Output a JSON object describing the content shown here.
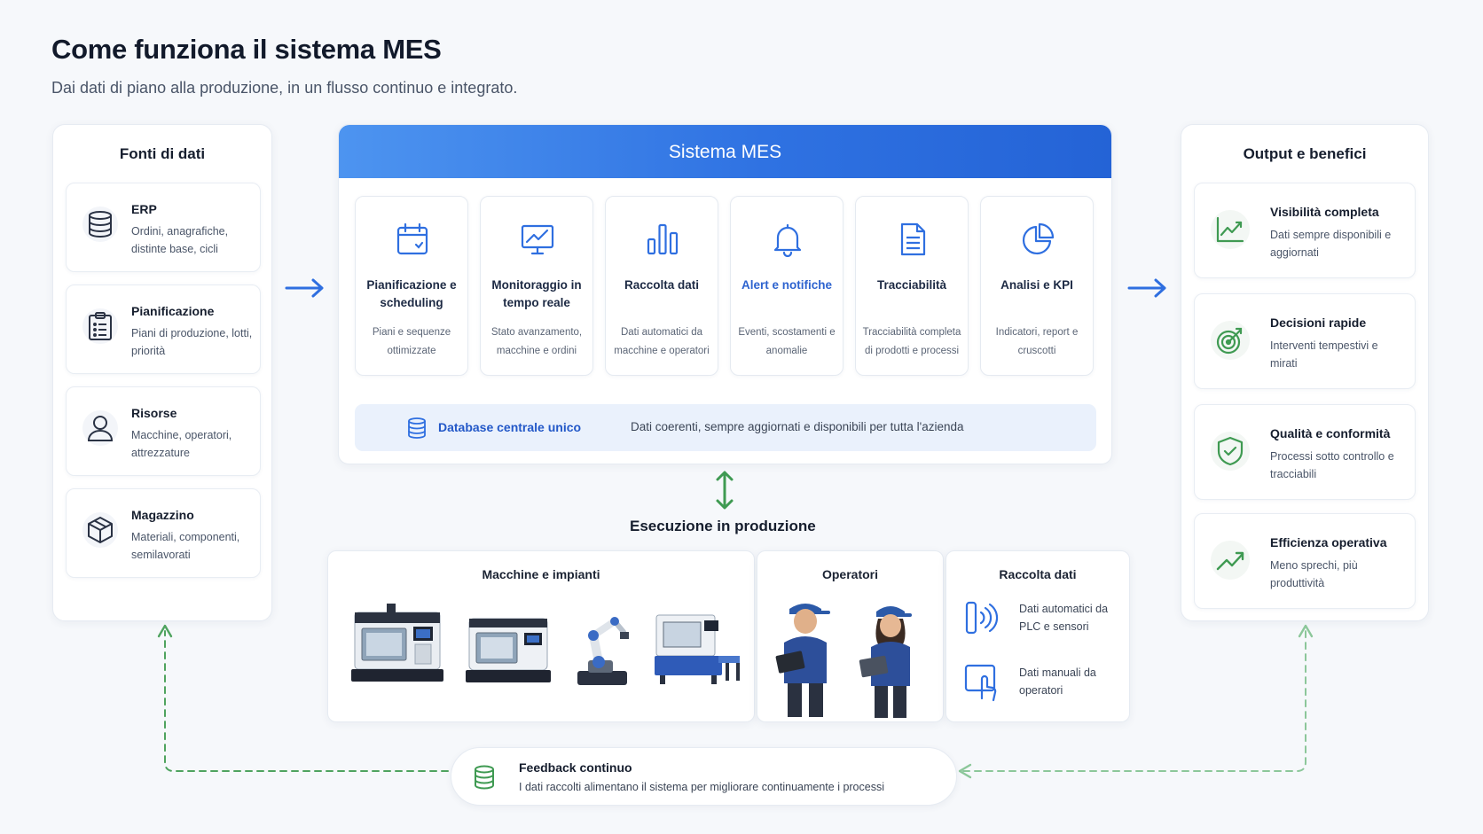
{
  "header": {
    "title": "Come funziona il sistema MES",
    "subtitle": "Dai dati di piano alla produzione, in un flusso continuo e integrato."
  },
  "sources": {
    "title": "Fonti di dati",
    "items": [
      {
        "title": "ERP",
        "desc": "Ordini, anagrafiche, distinte base, cicli",
        "icon": "database-icon"
      },
      {
        "title": "Pianificazione",
        "desc": "Piani di produzione, lotti, priorità",
        "icon": "clipboard-icon"
      },
      {
        "title": "Risorse",
        "desc": "Macchine, operatori, attrezzature",
        "icon": "person-icon"
      },
      {
        "title": "Magazzino",
        "desc": "Materiali, componenti, semilavorati",
        "icon": "box-icon"
      }
    ]
  },
  "mes": {
    "title": "Sistema MES",
    "modules": [
      {
        "title": "Pianificazione e scheduling",
        "desc": "Piani e sequenze ottimizzate",
        "icon": "calendar-icon"
      },
      {
        "title": "Monitoraggio in tempo reale",
        "desc": "Stato avanzamento, macchine e ordini",
        "icon": "monitor-chart-icon"
      },
      {
        "title": "Raccolta dati",
        "desc": "Dati automatici da macchine e operatori",
        "icon": "bar-chart-icon"
      },
      {
        "title": "Alert e notifiche",
        "desc": "Eventi, scostamenti e anomalie",
        "icon": "bell-icon"
      },
      {
        "title": "Tracciabilità",
        "desc": "Tracciabilità completa di prodotti e processi",
        "icon": "document-icon"
      },
      {
        "title": "Analisi e KPI",
        "desc": "Indicatori, report e cruscotti",
        "icon": "pie-chart-icon"
      }
    ],
    "database": {
      "label": "Database centrale unico",
      "desc": "Dati coerenti, sempre aggiornati e disponibili per tutta l'azienda"
    }
  },
  "production": {
    "title": "Esecuzione in produzione",
    "machines_title": "Macchine e impianti",
    "operators_title": "Operatori",
    "data_title": "Raccolta dati",
    "data_items": [
      {
        "text": "Dati automatici da PLC e sensori",
        "icon": "sensor-signal-icon"
      },
      {
        "text": "Dati manuali da operatori",
        "icon": "touch-terminal-icon"
      }
    ]
  },
  "outputs": {
    "title": "Output e benefici",
    "items": [
      {
        "title": "Visibilità completa",
        "desc": "Dati sempre disponibili e aggiornati",
        "icon": "line-chart-icon"
      },
      {
        "title": "Decisioni rapide",
        "desc": "Interventi tempestivi e mirati",
        "icon": "target-icon"
      },
      {
        "title": "Qualità e conformità",
        "desc": "Processi sotto controllo e tracciabili",
        "icon": "shield-check-icon"
      },
      {
        "title": "Efficienza operativa",
        "desc": "Meno sprechi, più produttività",
        "icon": "trend-up-icon"
      }
    ]
  },
  "feedback": {
    "title": "Feedback continuo",
    "desc": "I dati raccolti alimentano il sistema per migliorare continuamente i processi"
  },
  "colors": {
    "accent_blue": "#2f6fe0",
    "accent_green": "#3f9a52",
    "text_dark": "#161e2e"
  }
}
